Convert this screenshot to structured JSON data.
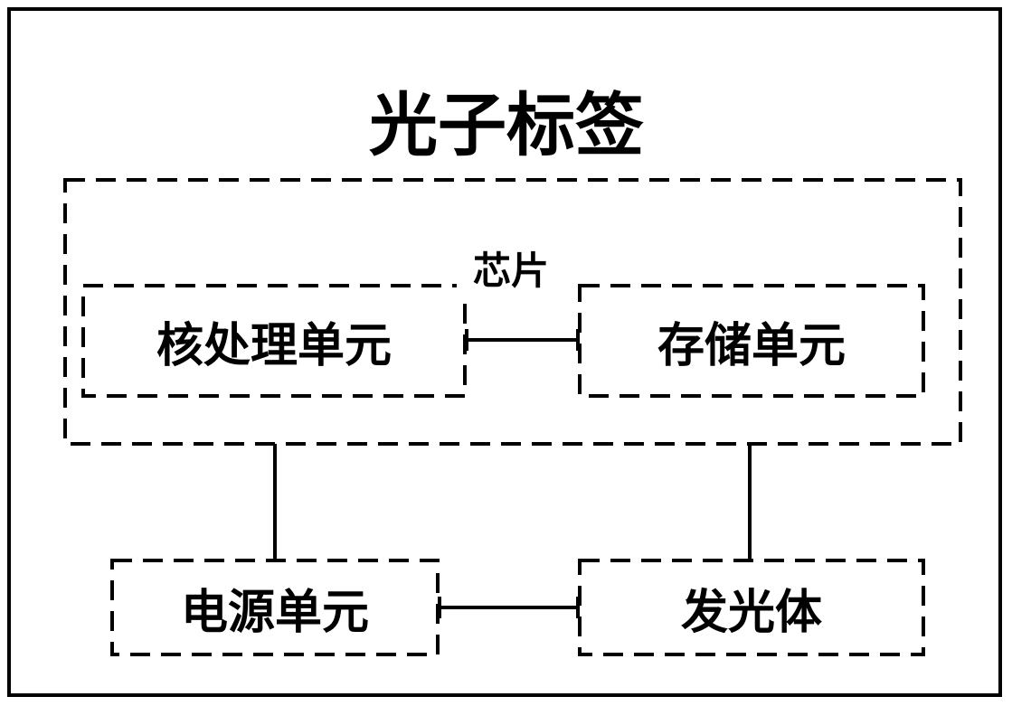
{
  "diagram": {
    "title": "光子标签",
    "chip_label": "芯片",
    "nodes": {
      "core_processing_unit": "核处理单元",
      "storage_unit": "存储单元",
      "power_unit": "电源单元",
      "light_emitter": "发光体"
    }
  }
}
